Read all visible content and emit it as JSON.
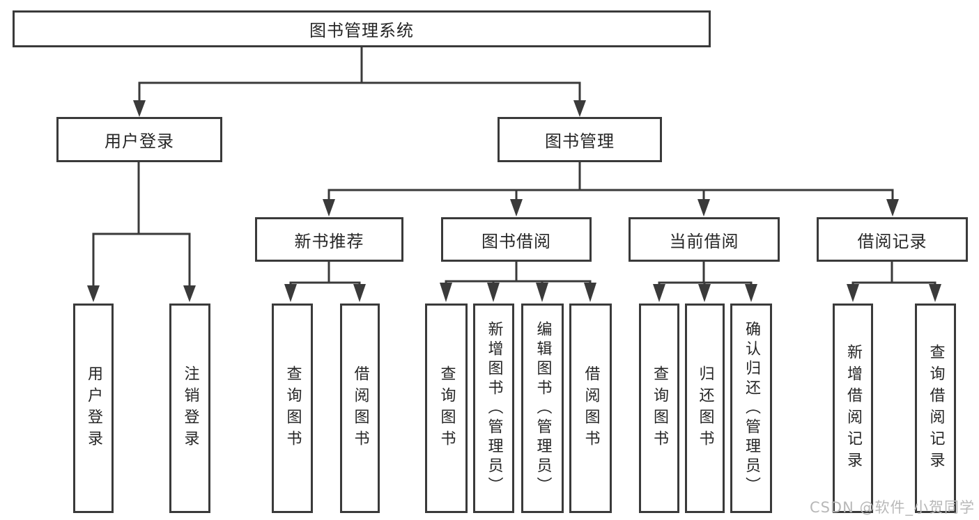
{
  "theme": {
    "line": "#3a3a3a",
    "text": "#262626",
    "box_bg": "#ffffff",
    "watermark": "#b8b8b8"
  },
  "diagram": {
    "watermark": "CSDN @软件_小贺同学",
    "root": {
      "label": "图书管理系统"
    },
    "branches": {
      "user_login": {
        "label": "用户登录",
        "children": {
          "login": {
            "label": "用户登录"
          },
          "logout": {
            "label": "注销登录"
          }
        }
      },
      "book_mgmt": {
        "label": "图书管理",
        "children": {
          "new_book_rec": {
            "label": "新书推荐",
            "children": {
              "query_book": {
                "label": "查询图书"
              },
              "borrow_book": {
                "label": "借阅图书"
              }
            }
          },
          "book_borrow": {
            "label": "图书借阅",
            "children": {
              "query_book": {
                "label": "查询图书"
              },
              "add_book": {
                "label": "新增图书（管理员）"
              },
              "edit_book": {
                "label": "编辑图书（管理员）"
              },
              "borrow_book": {
                "label": "借阅图书"
              }
            }
          },
          "current_borrow": {
            "label": "当前借阅",
            "children": {
              "query_book": {
                "label": "查询图书"
              },
              "return_book": {
                "label": "归还图书"
              },
              "confirm_return": {
                "label": "确认归还（管理员）"
              }
            }
          },
          "borrow_record": {
            "label": "借阅记录",
            "children": {
              "add_record": {
                "label": "新增借阅记录"
              },
              "query_record": {
                "label": "查询借阅记录"
              }
            }
          }
        }
      }
    }
  }
}
